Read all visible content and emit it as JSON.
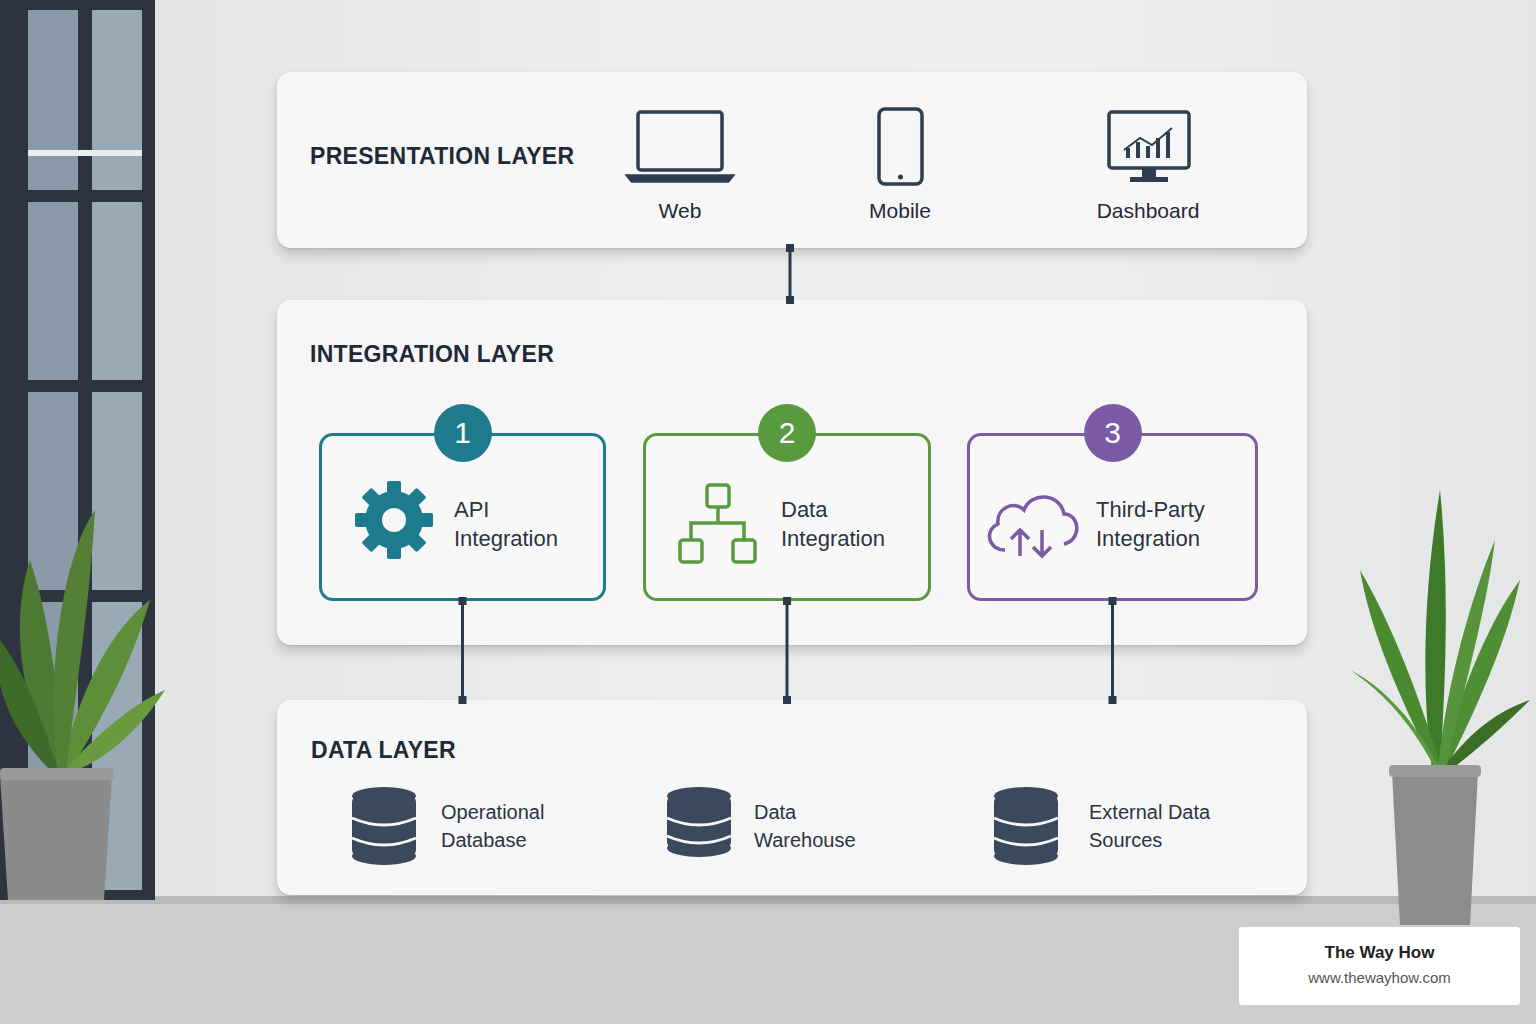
{
  "diagram": {
    "nodes": [
      {
        "text": [
          "PRESENTATION LAYER",
          "Web",
          "Mobile",
          "Dashboard"
        ]
      },
      {
        "text": [
          "INTEGRATION LAYER"
        ]
      },
      {
        "text": [
          "1",
          "API Integration"
        ],
        "in": 1
      },
      {
        "text": [
          "2",
          "Data Integration"
        ],
        "in": 1
      },
      {
        "text": [
          "3",
          "Third-Party Integration"
        ],
        "in": 1
      },
      {
        "text": [
          "DATA LAYER",
          "Operational Database",
          "Data Warehouse",
          "External Data Sources"
        ]
      }
    ],
    "edges": [
      {
        "from": 0,
        "to": 1,
        "arrow": "none"
      },
      {
        "from": 2,
        "to": 5,
        "arrow": "none"
      },
      {
        "from": 3,
        "to": 5,
        "arrow": "none"
      },
      {
        "from": 4,
        "to": 5,
        "arrow": "none"
      }
    ],
    "labels": [
      "The Way How",
      "www.thewayhow.com"
    ]
  }
}
